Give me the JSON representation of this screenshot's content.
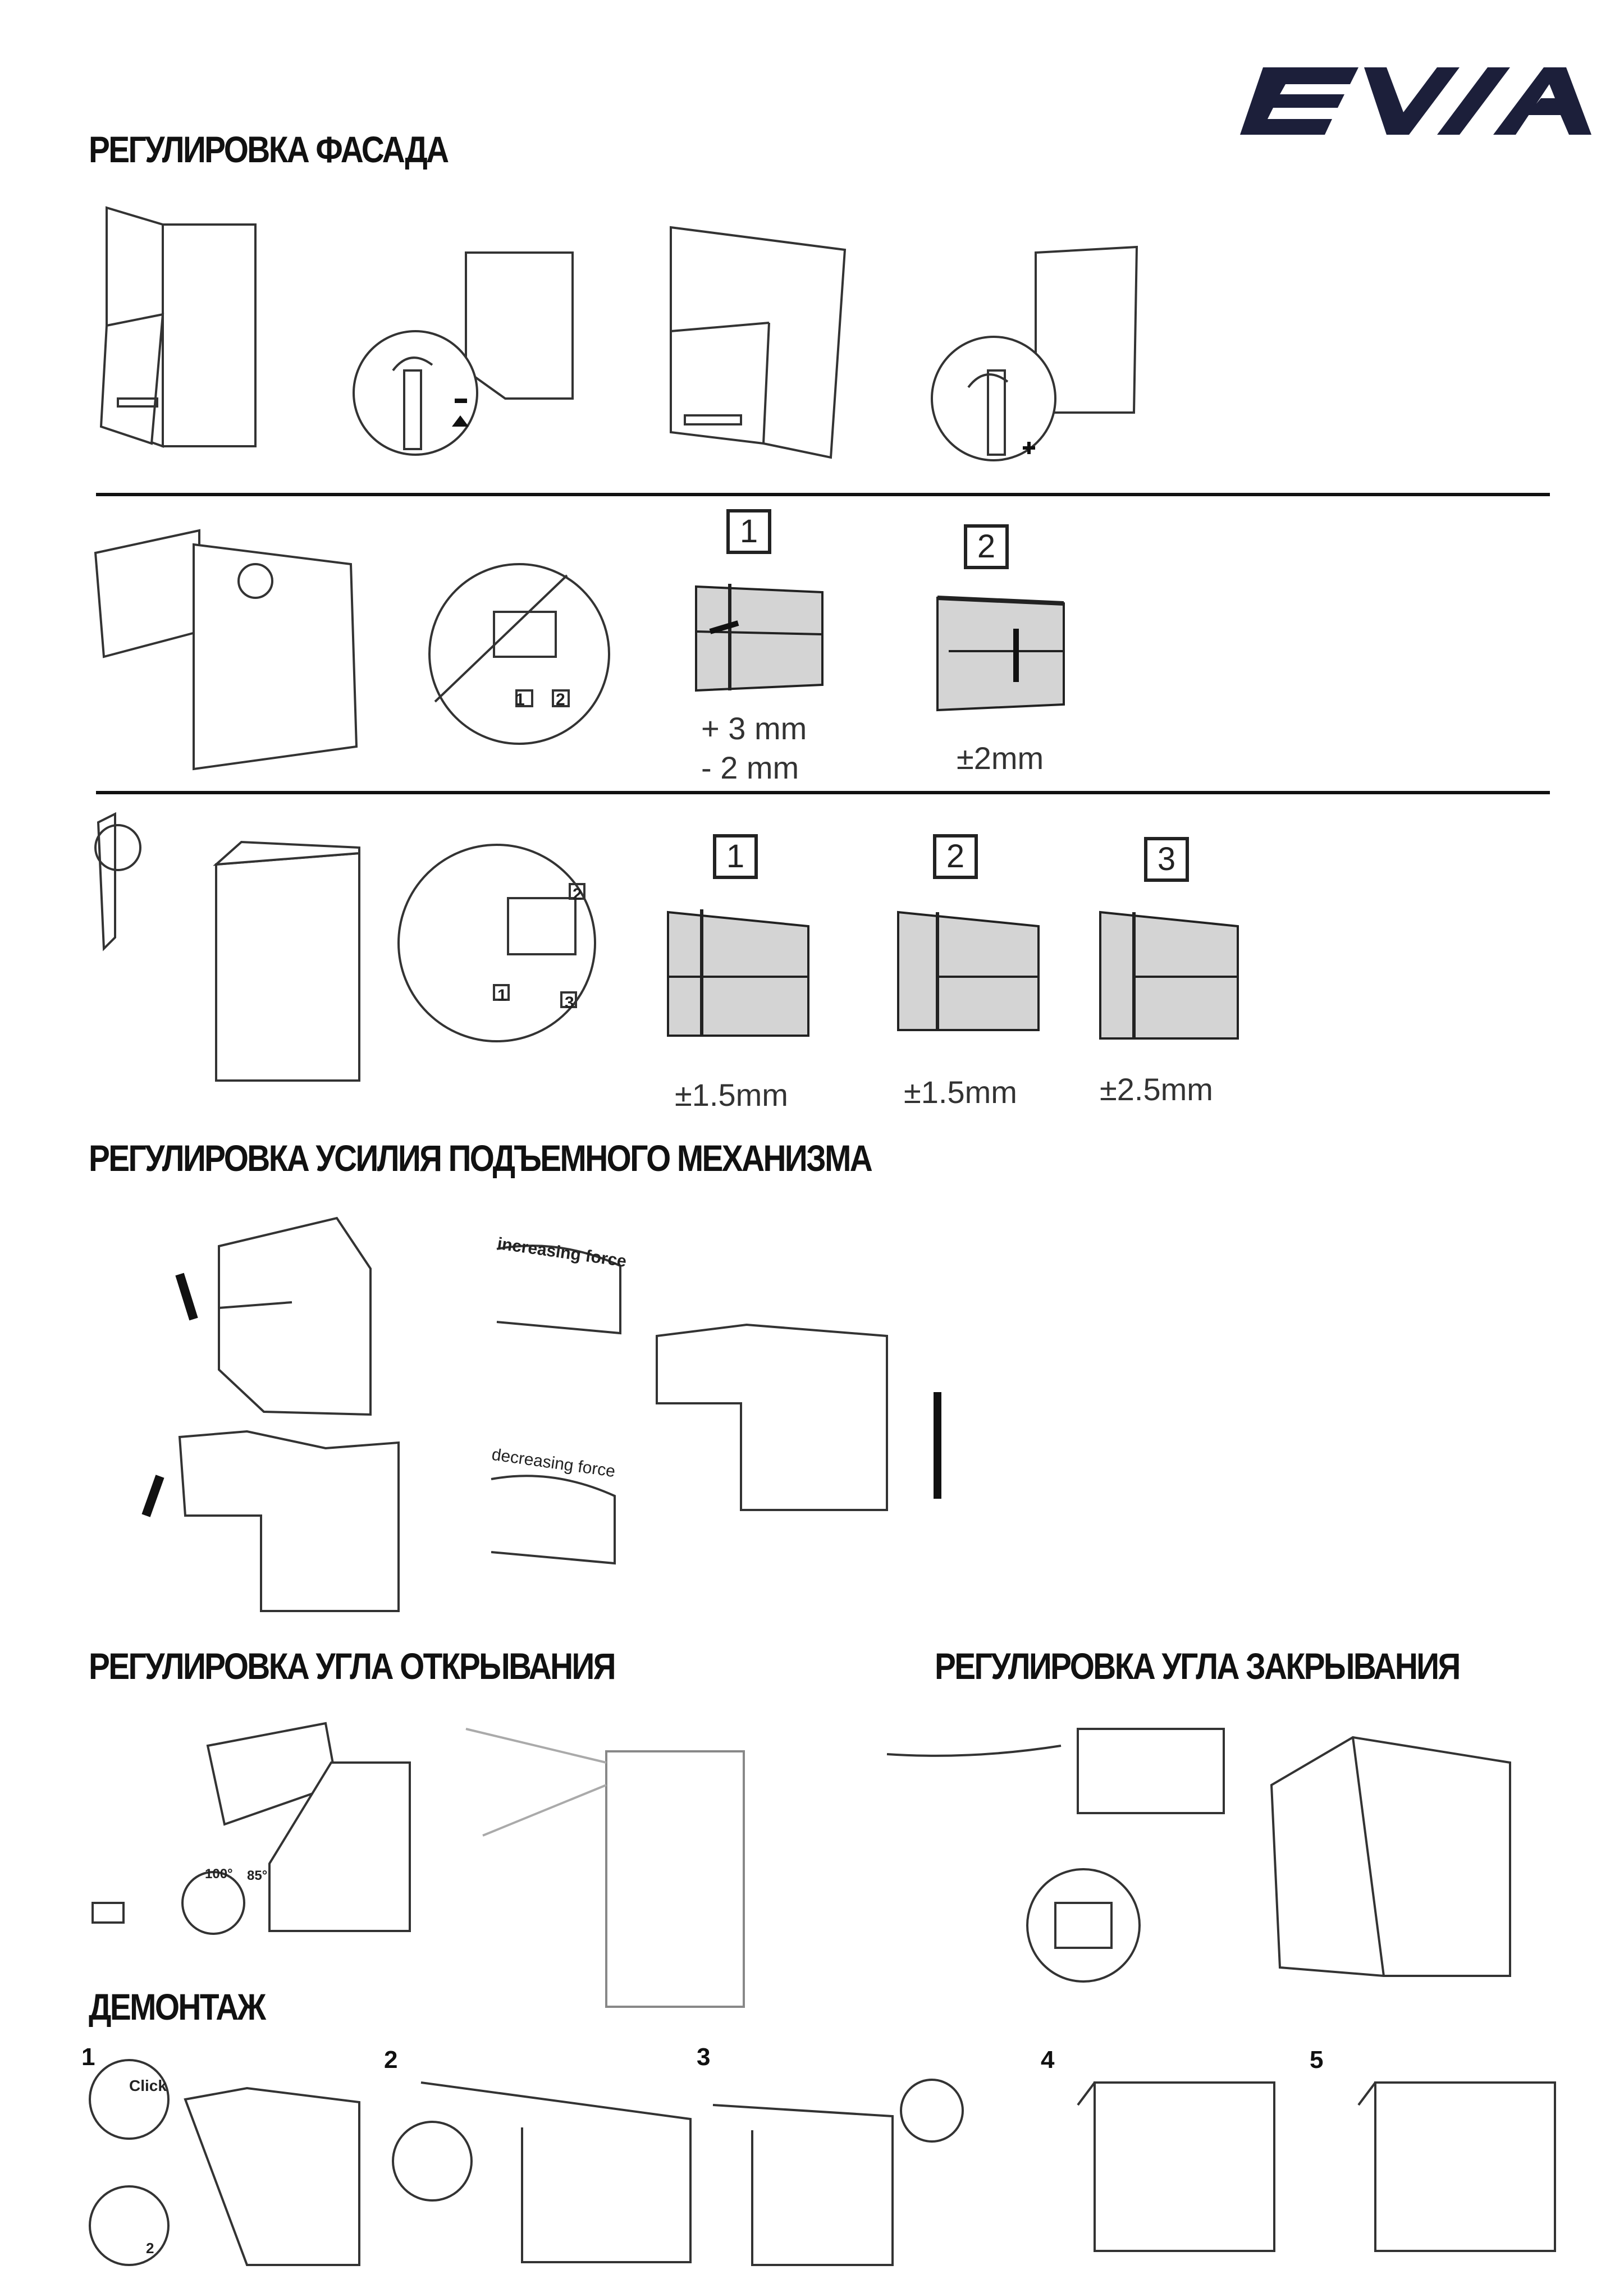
{
  "brand": {
    "logo_text": "EVIA",
    "color": "#1c1f3a"
  },
  "sections": {
    "facade": {
      "title": "РЕГУЛИРОВКА ФАСАДА"
    },
    "force": {
      "title": "РЕГУЛИРОВКА УСИЛИЯ ПОДЪЕМНОГО МЕХАНИЗМА",
      "increasing": "increasing force",
      "decreasing": "decreasing force"
    },
    "opening_angle": {
      "title": "РЕГУЛИРОВКА УГЛА ОТКРЫВАНИЯ",
      "angle_a": "100°",
      "angle_b": "85°"
    },
    "closing_angle": {
      "title": "РЕГУЛИРОВКА УГЛА ЗАКРЫВАНИЯ"
    },
    "dismount": {
      "title": "ДЕМОНТАЖ",
      "click": "Click",
      "steps": [
        "1",
        "2",
        "3",
        "4",
        "5"
      ],
      "substep": "2"
    }
  },
  "row2": {
    "hinge_marks": [
      "1",
      "2"
    ],
    "adjustments": [
      {
        "num": "1",
        "value_plus": "+ 3 mm",
        "value_minus": "-  2 mm"
      },
      {
        "num": "2",
        "value": "±2mm"
      }
    ]
  },
  "row3": {
    "hinge_marks": [
      "1",
      "2",
      "3"
    ],
    "adjustments": [
      {
        "num": "1",
        "value": "±1.5mm"
      },
      {
        "num": "2",
        "value": "±1.5mm"
      },
      {
        "num": "3",
        "value": "±2.5mm"
      }
    ]
  }
}
